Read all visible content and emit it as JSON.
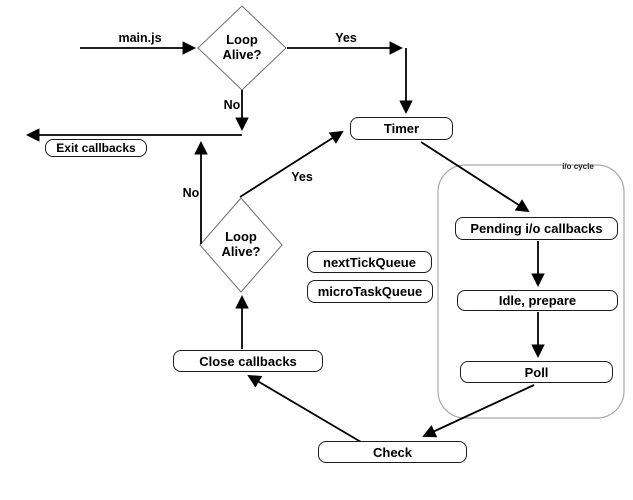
{
  "colors": {
    "background": "#ffffff",
    "line": "#000000",
    "box_border": "#1c1c1c",
    "diamond_border": "#787878",
    "container_border": "#a9a9a9",
    "text": "#000000"
  },
  "decisions": {
    "top": "Loop Alive?",
    "bottom": "Loop Alive?"
  },
  "nodes": {
    "exit_callbacks": "Exit callbacks",
    "timer": "Timer",
    "pending_io_callbacks": "Pending i/o callbacks",
    "idle_prepare": "Idle, prepare",
    "poll": "Poll",
    "check": "Check",
    "close_callbacks": "Close callbacks",
    "next_tick_queue": "nextTickQueue",
    "micro_task_queue": "microTaskQueue"
  },
  "labels": {
    "main_js": "main.js",
    "yes_top": "Yes",
    "no_top": "No",
    "yes_mid": "Yes",
    "no_left": "No",
    "io_cycle": "i/o cycle"
  },
  "edges": [
    {
      "from": "start",
      "to": "loop_alive_top",
      "label": "main.js"
    },
    {
      "from": "loop_alive_top",
      "to": "timer",
      "label": "Yes"
    },
    {
      "from": "loop_alive_top",
      "to": "exit_callbacks",
      "label": "No"
    },
    {
      "from": "timer",
      "to": "pending_io_callbacks",
      "label": ""
    },
    {
      "from": "pending_io_callbacks",
      "to": "idle_prepare",
      "label": ""
    },
    {
      "from": "idle_prepare",
      "to": "poll",
      "label": ""
    },
    {
      "from": "poll",
      "to": "check",
      "label": ""
    },
    {
      "from": "check",
      "to": "close_callbacks",
      "label": ""
    },
    {
      "from": "close_callbacks",
      "to": "loop_alive_bottom",
      "label": ""
    },
    {
      "from": "loop_alive_bottom",
      "to": "timer",
      "label": "Yes"
    },
    {
      "from": "loop_alive_bottom",
      "to": "exit_callbacks",
      "label": "No"
    }
  ]
}
